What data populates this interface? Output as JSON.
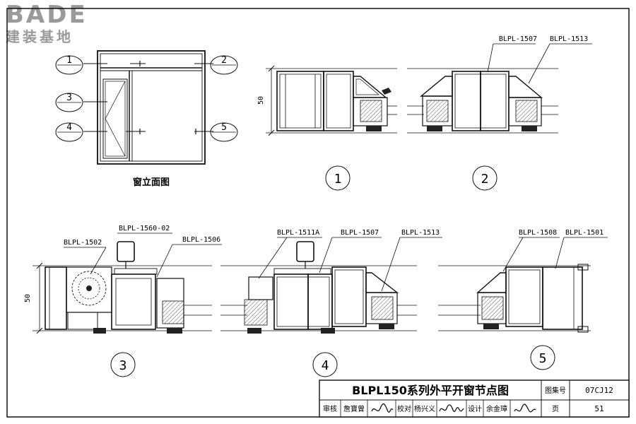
{
  "watermark": {
    "brand": "BADE",
    "tagline": "建装基地"
  },
  "elevation": {
    "caption": "窗立面图",
    "callouts": [
      "1",
      "2",
      "3",
      "4",
      "5"
    ]
  },
  "details": {
    "d1": {
      "number": "1",
      "dimension": "50"
    },
    "d2": {
      "number": "2",
      "labels": [
        "BLPL-1507",
        "BLPL-1513"
      ]
    },
    "d3": {
      "number": "3",
      "dimension": "50",
      "labels": [
        "BLPL-1502",
        "BLPL-1560-02",
        "BLPL-1506"
      ]
    },
    "d4": {
      "number": "4",
      "labels": [
        "BLPL-1511A",
        "BLPL-1507",
        "BLPL-1513"
      ]
    },
    "d5": {
      "number": "5",
      "labels": [
        "BLPL-1508",
        "BLPL-1501"
      ]
    }
  },
  "title_block": {
    "title": "BLPL150系列外平开窗节点图",
    "atlas_label": "图集号",
    "atlas_number": "07CJ12",
    "review_label": "审核",
    "reviewer": "詹寶曾",
    "check_label": "校对",
    "checker": "杨兴义",
    "design_label": "设计",
    "designer": "余金璋",
    "page_label": "页",
    "page_number": "51"
  }
}
